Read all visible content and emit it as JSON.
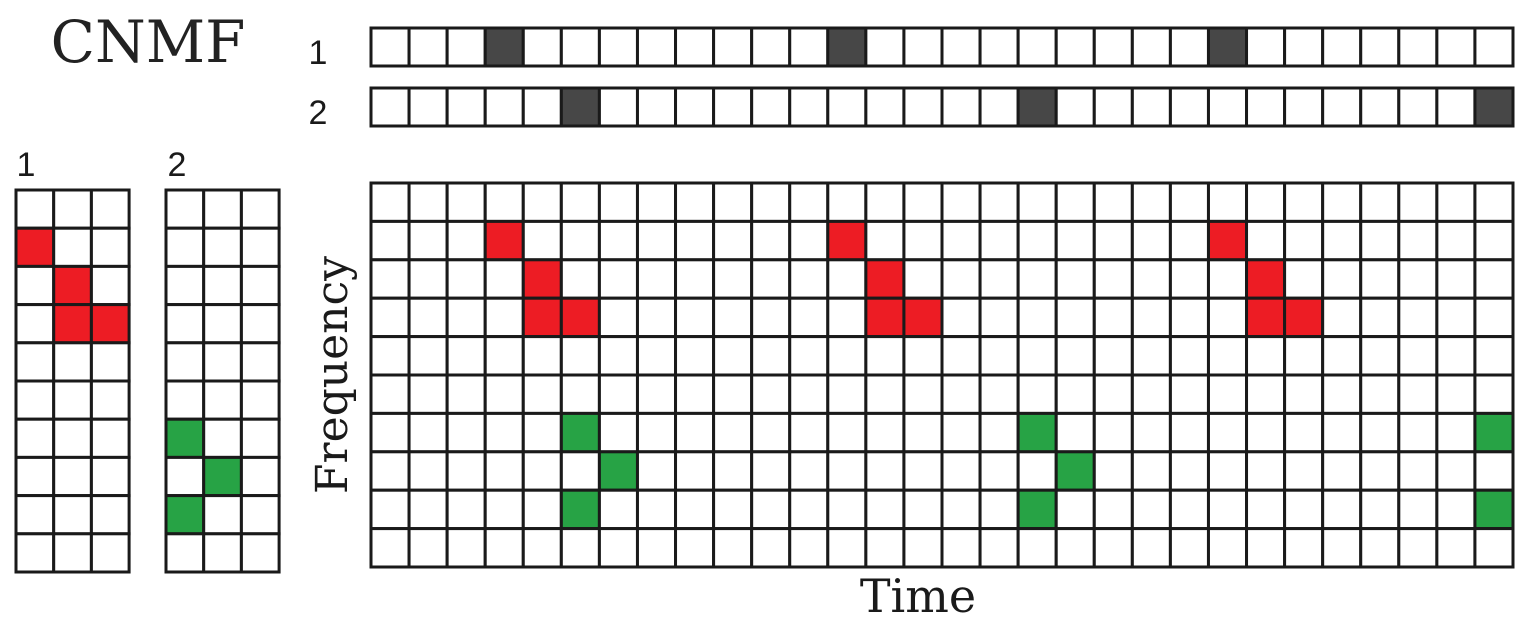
{
  "title": "CNMF",
  "activations": {
    "rows": [
      {
        "label": "1",
        "active": [
          3,
          12,
          22
        ]
      },
      {
        "label": "2",
        "active": [
          5,
          17,
          29
        ]
      }
    ],
    "columns": 30
  },
  "patterns": [
    {
      "label": "1",
      "rows": 10,
      "cols": 3,
      "cells": [
        [
          1,
          0
        ],
        [
          2,
          1
        ],
        [
          3,
          1
        ],
        [
          3,
          2
        ]
      ],
      "color": "#ed1c24"
    },
    {
      "label": "2",
      "rows": 10,
      "cols": 3,
      "cells": [
        [
          6,
          0
        ],
        [
          7,
          1
        ],
        [
          8,
          0
        ]
      ],
      "color": "#27a345"
    }
  ],
  "spectrogram": {
    "rows": 10,
    "cols": 30,
    "ylabel": "Frequency",
    "xlabel": "Time",
    "red_cells": [
      [
        1,
        3
      ],
      [
        2,
        4
      ],
      [
        3,
        4
      ],
      [
        3,
        5
      ],
      [
        1,
        12
      ],
      [
        2,
        13
      ],
      [
        3,
        13
      ],
      [
        3,
        14
      ],
      [
        1,
        22
      ],
      [
        2,
        23
      ],
      [
        3,
        23
      ],
      [
        3,
        24
      ]
    ],
    "green_cells": [
      [
        6,
        5
      ],
      [
        7,
        6
      ],
      [
        8,
        5
      ],
      [
        6,
        17
      ],
      [
        7,
        18
      ],
      [
        8,
        17
      ],
      [
        6,
        29
      ],
      [
        8,
        29
      ]
    ]
  },
  "colors": {
    "active_dark": "#474747",
    "red": "#ed1c24",
    "green": "#27a345",
    "line": "#1a1a1a"
  }
}
